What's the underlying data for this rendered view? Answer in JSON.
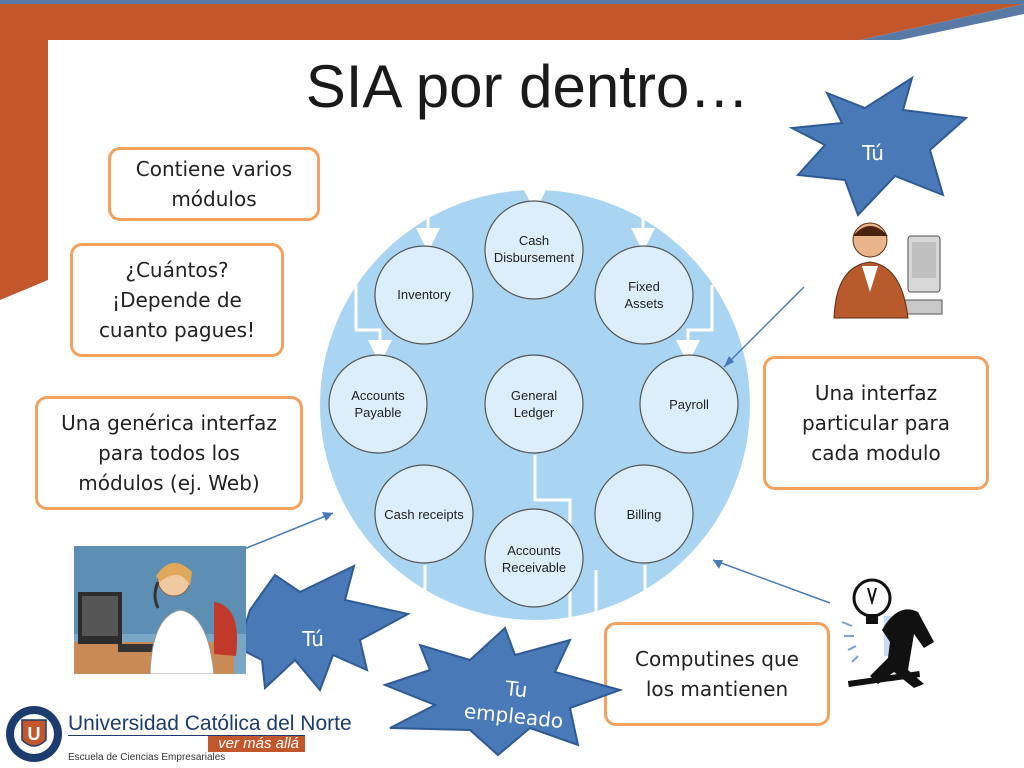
{
  "title": "SIA por dentro…",
  "callouts": {
    "modules": "Contiene varios\nmódulos",
    "how_many": "¿Cuántos?\n¡Depende de\ncuanto pagues!",
    "generic_interface": "Una genérica interfaz\npara todos los\nmódulos (ej. Web)",
    "particular_interface": "Una interfaz\nparticular para\ncada modulo",
    "maintainers": "Computines que\nlos mantienen"
  },
  "stars": {
    "you_top": "Tú",
    "you_bottom": "Tú",
    "employee": "Tu\nempleado"
  },
  "modules": {
    "cash_disbursement": [
      "Cash",
      "Disbursement"
    ],
    "inventory": [
      "Inventory"
    ],
    "fixed_assets": [
      "Fixed",
      "Assets"
    ],
    "accounts_payable": [
      "Accounts",
      "Payable"
    ],
    "general_ledger": [
      "General",
      "Ledger"
    ],
    "payroll": [
      "Payroll"
    ],
    "cash_receipts": [
      "Cash receipts"
    ],
    "billing": [
      "Billing"
    ],
    "accounts_receivable": [
      "Accounts",
      "Receivable"
    ]
  },
  "footer": {
    "university": "Universidad Católica del Norte",
    "tagline": "ver más allá",
    "school": "Escuela de Ciencias Empresariales"
  },
  "colors": {
    "frame_orange": "#c2572b",
    "frame_blue": "#5a7aa6",
    "callout_border": "#f4a15e",
    "star_fill": "#4a79b8",
    "circle_fill": "#a9d5f2",
    "module_fill": "#dbeefa"
  }
}
